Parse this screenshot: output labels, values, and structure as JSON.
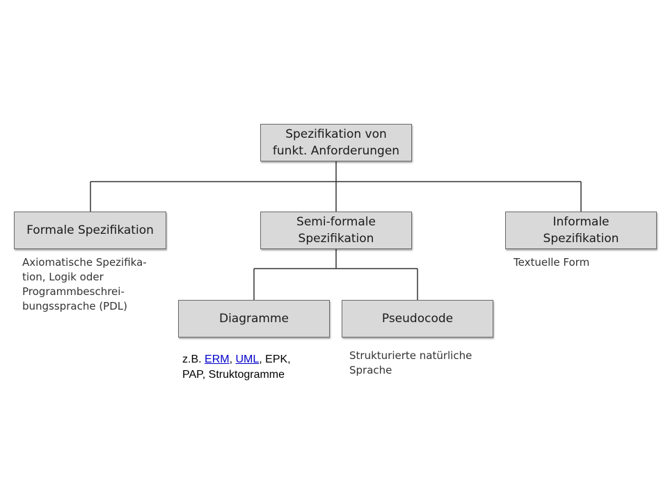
{
  "nodes": {
    "root": "Spezifikation von\nfunkt. Anforderungen",
    "formal": "Formale Spezifikation",
    "semiformal": "Semi-formale\nSpezifikation",
    "informal": "Informale\nSpezifikation",
    "diagramme": "Diagramme",
    "pseudocode": "Pseudocode"
  },
  "notes": {
    "formal": "Axiomatische Spezifika-\ntion, Logik oder\nProgrammbeschrei-\nbungssprache (PDL)",
    "informal": "Textuelle Form",
    "pseudocode": "Strukturierte natürliche\nSprache"
  },
  "diagramme_note": {
    "prefix": "z.B. ",
    "link1": "ERM",
    "sep1": ", ",
    "link2": "UML",
    "rest_line1": ", EPK,",
    "line2": "PAP, Struktogramme"
  },
  "colors": {
    "box_fill": "#d9d9d9",
    "box_border": "#6a6a6a",
    "link": "#0000cc"
  }
}
